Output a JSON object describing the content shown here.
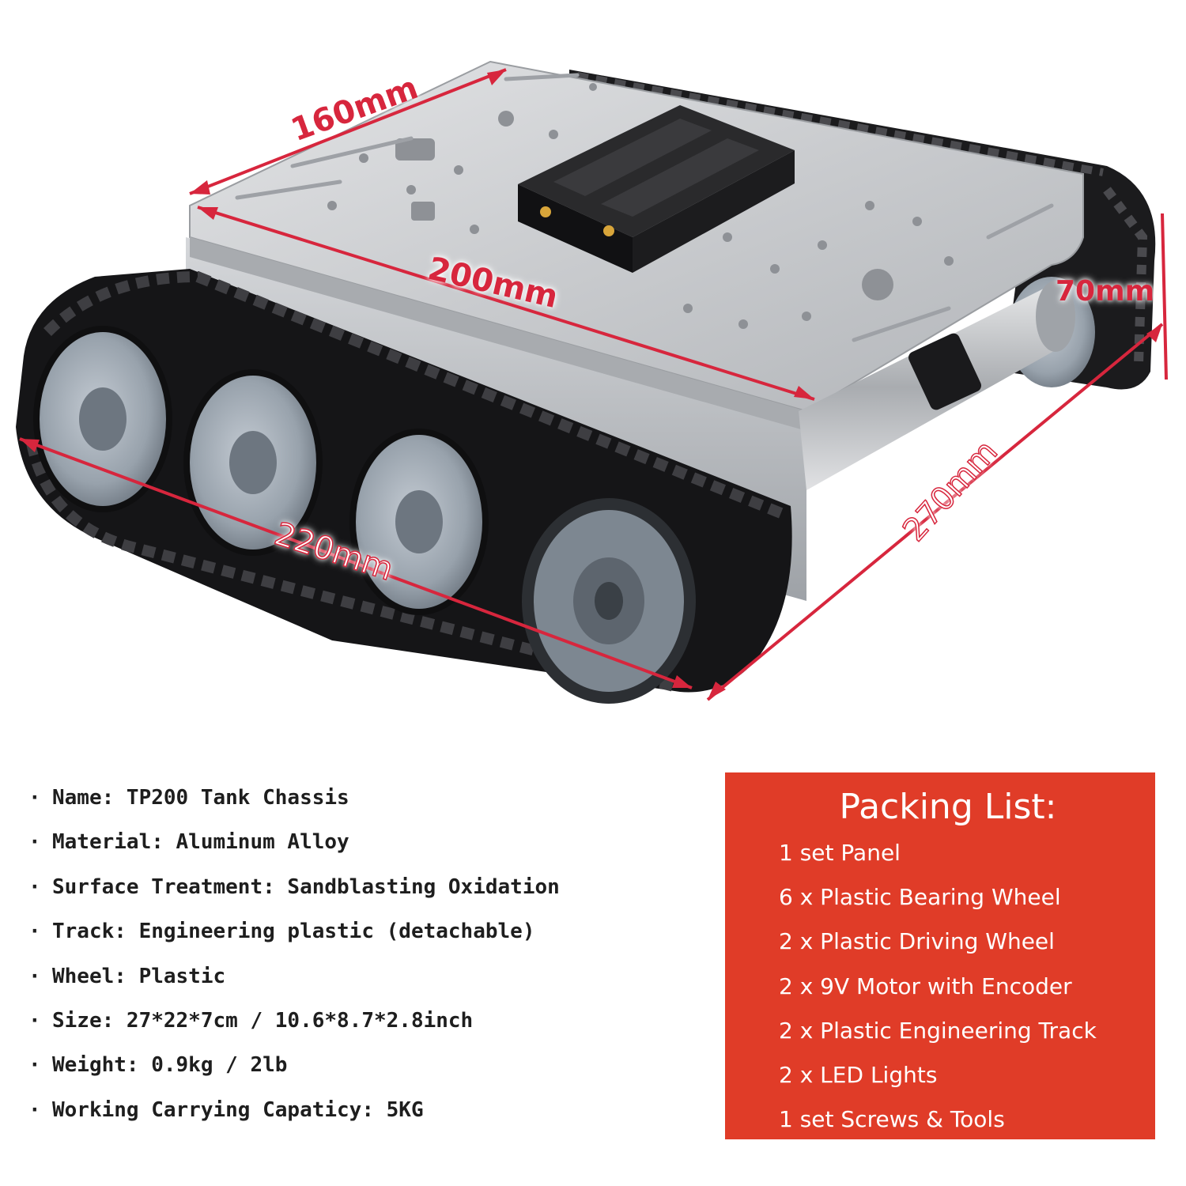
{
  "dimensions": {
    "width": "160mm",
    "length": "200mm",
    "height": "70mm",
    "track_length": "220mm",
    "diagonal": "270mm"
  },
  "specs": [
    "Name: TP200 Tank Chassis",
    "Material: Aluminum Alloy",
    "Surface Treatment: Sandblasting Oxidation",
    "Track: Engineering plastic (detachable)",
    "Wheel: Plastic",
    "Size: 27*22*7cm / 10.6*8.7*2.8inch",
    "Weight: 0.9kg / 2lb",
    "Working Carrying Capaticy: 5KG"
  ],
  "packing_list": {
    "title": "Packing List:",
    "items": [
      "1 set Panel",
      "6 x Plastic Bearing Wheel",
      "2 x Plastic Driving Wheel",
      "2 x 9V Motor with Encoder",
      "2 x Plastic Engineering Track",
      "2 x LED Lights",
      "1 set Screws & Tools"
    ]
  },
  "colors": {
    "accent": "#d7263d",
    "packing_bg": "#e03c28",
    "chassis": "#c7c9cc",
    "track": "#1b1b1d",
    "wheel": "#9aa3ad"
  },
  "icons": [
    "tank-chassis-photo",
    "battery-holder",
    "dimension-arrow"
  ]
}
